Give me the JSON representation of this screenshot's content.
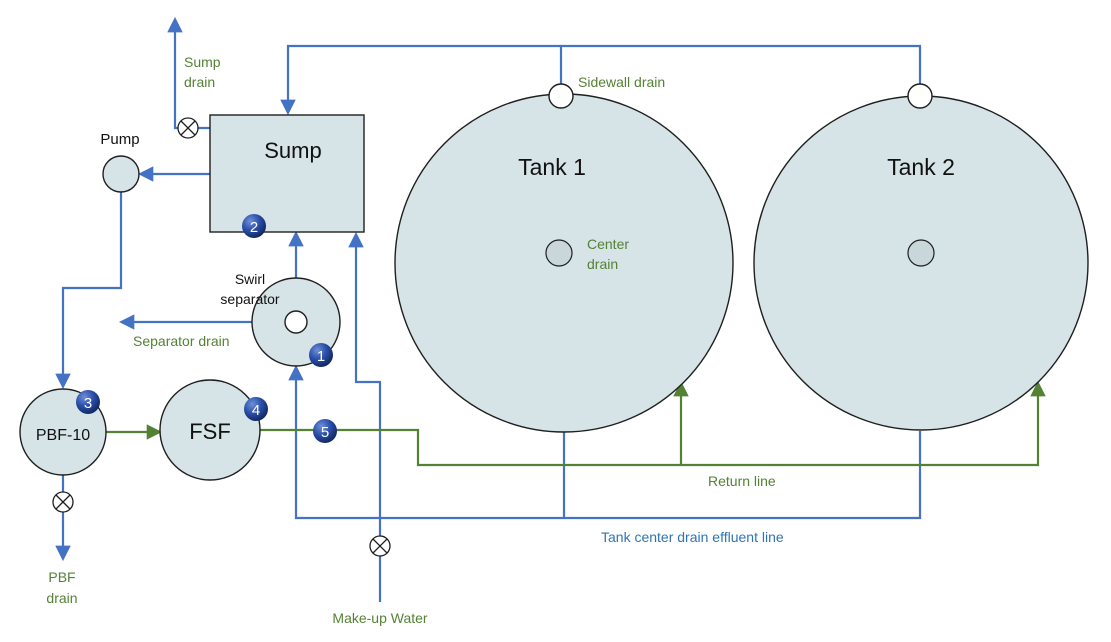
{
  "components": {
    "tank1": "Tank 1",
    "tank2": "Tank 2",
    "sump": "Sump",
    "pump": "Pump",
    "swirl_separator": [
      "Swirl",
      "separator"
    ],
    "pbf": "PBF-10",
    "fsf": "FSF"
  },
  "labels": {
    "sump_drain": [
      "Sump",
      "drain"
    ],
    "sidewall_drain": "Sidewall drain",
    "center_drain": [
      "Center",
      "drain"
    ],
    "separator_drain": "Separator drain",
    "pbf_drain": [
      "PBF",
      "drain"
    ],
    "return_line": "Return line",
    "tank_center_drain_effluent_line": "Tank center drain effluent line",
    "make_up_water": "Make-up Water"
  },
  "badges": [
    "1",
    "2",
    "3",
    "4",
    "5"
  ],
  "colors": {
    "pipe_blue": "#4472c4",
    "pipe_green": "#548235",
    "component_fill": "#d6e3e7",
    "badge": "#1f3f8c"
  }
}
